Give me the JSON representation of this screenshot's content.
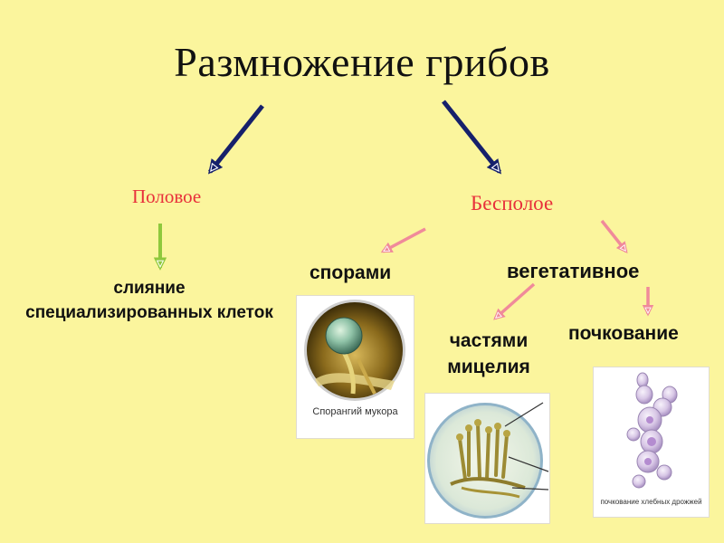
{
  "title": "Размножение грибов",
  "branches": {
    "sexual": {
      "label": "Половое",
      "method": "слияние специализированных клеток"
    },
    "asexual": {
      "label": "Бесполое",
      "spores": {
        "label": "спорами",
        "image_caption": "Спорангий мукора"
      },
      "vegetative": {
        "label": "вегетативное",
        "mycelium": {
          "label": "частями мицелия"
        },
        "budding": {
          "label": "почкование",
          "image_caption": "почкование хлебных дрожжей"
        }
      }
    }
  },
  "colors": {
    "background": "#fbf59d",
    "main_arrow": "#16206b",
    "pink_arrow": "#f08a9a",
    "green_arrow": "#8fc83c",
    "branch_text": "#e8303b"
  }
}
